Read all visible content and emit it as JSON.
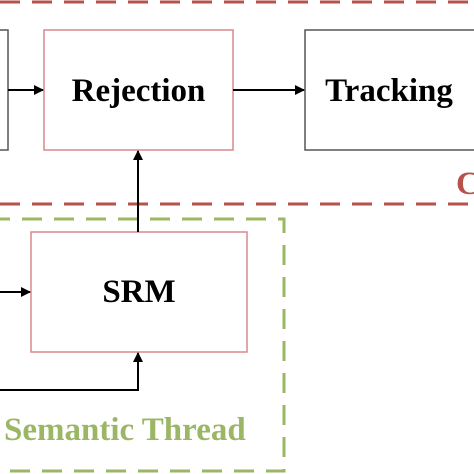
{
  "nodes": {
    "rejection": {
      "label": "Rejection"
    },
    "tracking": {
      "label": "Tracking"
    },
    "srm": {
      "label": "SRM"
    }
  },
  "groups": {
    "upper": {
      "label_fragment": "C"
    },
    "semantic": {
      "label": "Semantic Thread"
    }
  },
  "colors": {
    "red_box": "#d9898c",
    "gray_box": "#555555",
    "red_dash": "#b5524c",
    "green_dash": "#9bb765",
    "green_text": "#9bb765",
    "red_text": "#b5524c",
    "arrow": "#000000"
  }
}
